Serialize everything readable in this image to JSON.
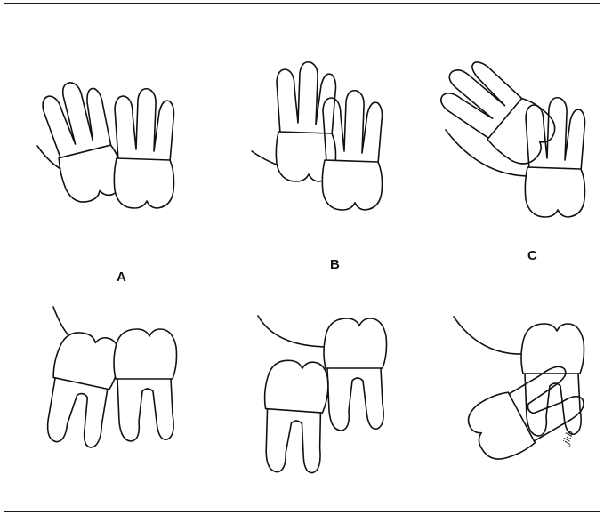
{
  "figure": {
    "panels": [
      {
        "label": "A"
      },
      {
        "label": "B"
      },
      {
        "label": "C"
      }
    ],
    "artist_mark": "jkb"
  },
  "colors": {
    "ink": "#111111",
    "background": "#ffffff",
    "frame": "#1a1a1a"
  }
}
